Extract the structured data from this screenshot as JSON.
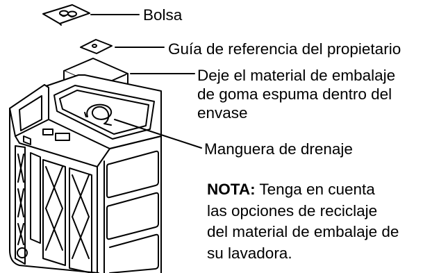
{
  "labels": {
    "bag": "Bolsa",
    "owner_guide": "Guía de referencia del propietario",
    "foam_line1": "Deje el material de embalaje",
    "foam_line2": "de goma espuma dentro del",
    "foam_line3": "envase",
    "drain_hose": "Manguera de drenaje"
  },
  "note": {
    "heading": "NOTA:",
    "line1_rest": " Tenga en cuenta",
    "line2": "las opciones de reciclaje",
    "line3": "del material de embalaje de",
    "line4": "su lavadora."
  }
}
